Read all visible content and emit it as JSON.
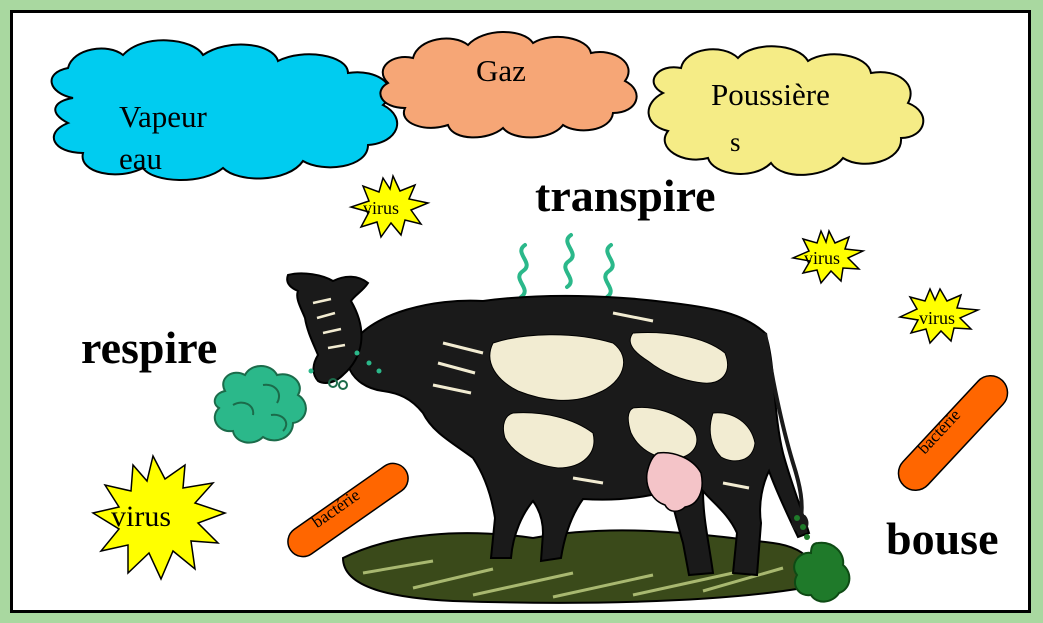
{
  "clouds": {
    "vapeur": {
      "line1": "Vapeur",
      "line2": "eau",
      "color": "#00ccf0"
    },
    "gaz": {
      "label": "Gaz",
      "color": "#f6a676"
    },
    "poussieres": {
      "line1": "Poussière",
      "line2": "s",
      "color": "#f5ec86"
    }
  },
  "labels": {
    "transpire": "transpire",
    "respire": "respire",
    "bouse": "bouse"
  },
  "viruses": [
    "virus",
    "virus",
    "virus",
    "virus"
  ],
  "bacteria": [
    "bactérie",
    "bactérie"
  ],
  "colors": {
    "background": "#a9d8a0",
    "panel": "#ffffff",
    "virus": "#ffff00",
    "bacteria": "#ff6600",
    "breath": "#2bb88a",
    "dung": "#1f7a2a",
    "sweat": "#2bb88a",
    "udder": "#f4c4c8"
  }
}
